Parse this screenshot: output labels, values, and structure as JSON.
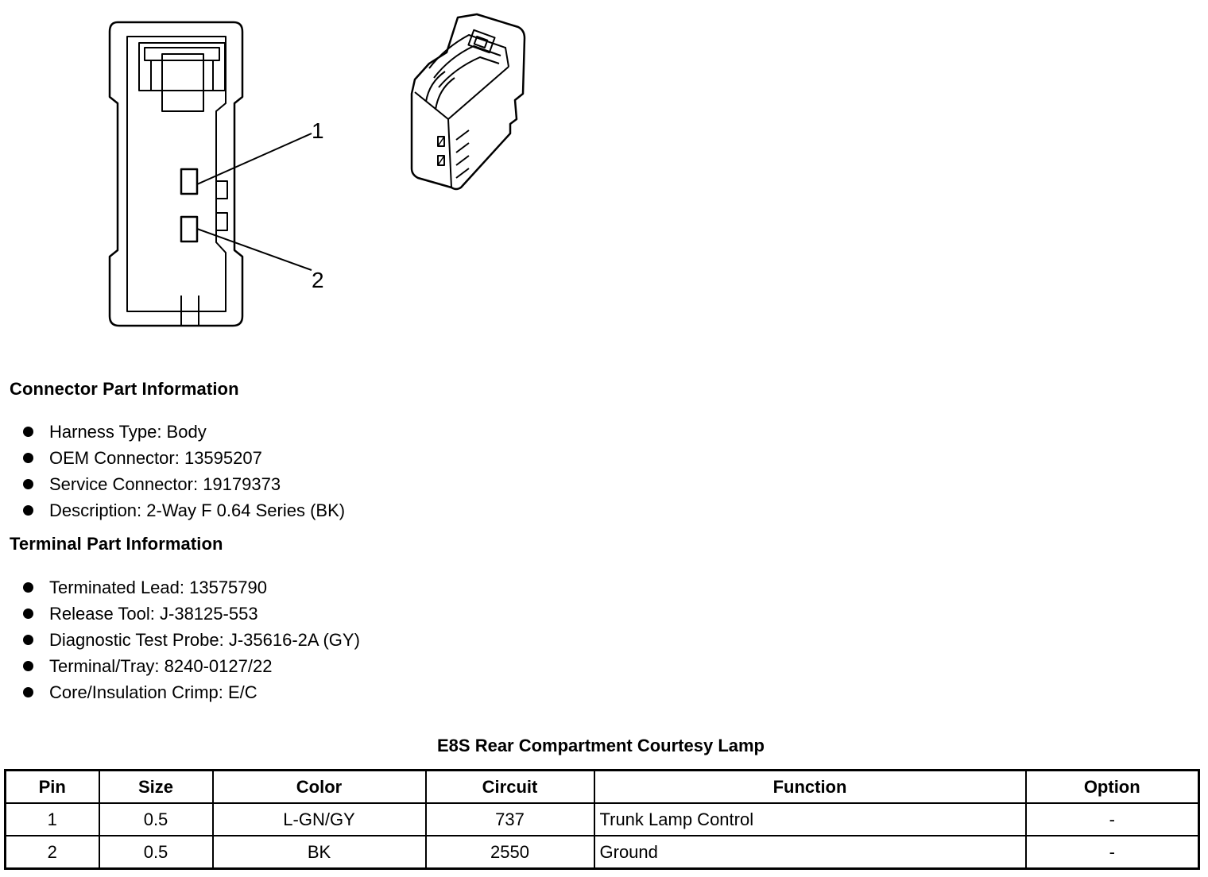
{
  "diagram": {
    "callouts": [
      "1",
      "2"
    ]
  },
  "connector_info": {
    "heading": "Connector Part Information",
    "items": [
      "Harness Type: Body",
      "OEM Connector: 13595207",
      "Service Connector: 19179373",
      "Description: 2-Way F 0.64 Series (BK)"
    ]
  },
  "terminal_info": {
    "heading": "Terminal Part Information",
    "items": [
      "Terminated Lead: 13575790",
      "Release Tool: J-38125-553",
      "Diagnostic Test Probe: J-35616-2A (GY)",
      "Terminal/Tray: 8240-0127/22",
      "Core/Insulation Crimp: E/C"
    ]
  },
  "table": {
    "title": "E8S Rear Compartment Courtesy Lamp",
    "headers": [
      "Pin",
      "Size",
      "Color",
      "Circuit",
      "Function",
      "Option"
    ],
    "rows": [
      [
        "1",
        "0.5",
        "L-GN/GY",
        "737",
        "Trunk Lamp Control",
        "-"
      ],
      [
        "2",
        "0.5",
        "BK",
        "2550",
        "Ground",
        "-"
      ]
    ]
  }
}
